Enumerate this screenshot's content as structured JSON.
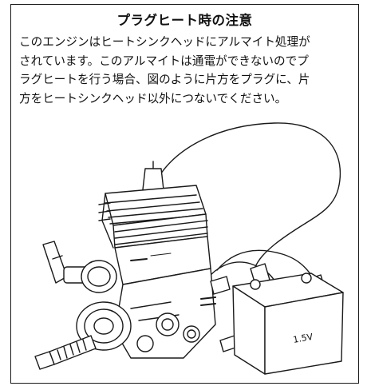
{
  "notice": {
    "title": "プラグヒート時の注意",
    "lines": [
      "このエンジンはヒートシンクヘッドにアルマイト処理が",
      "されています。このアルマイトは通電ができないのでプ",
      "ラグヒートを行う場合、図のように片方をプラグに、片",
      "方をヒートシンクヘッド以外につないでください。"
    ]
  },
  "illustration": {
    "battery_label": "1.5V",
    "colors": {
      "line": "#1a1a1a",
      "fill": "#ffffff",
      "shade": "#cfcfcf"
    }
  }
}
